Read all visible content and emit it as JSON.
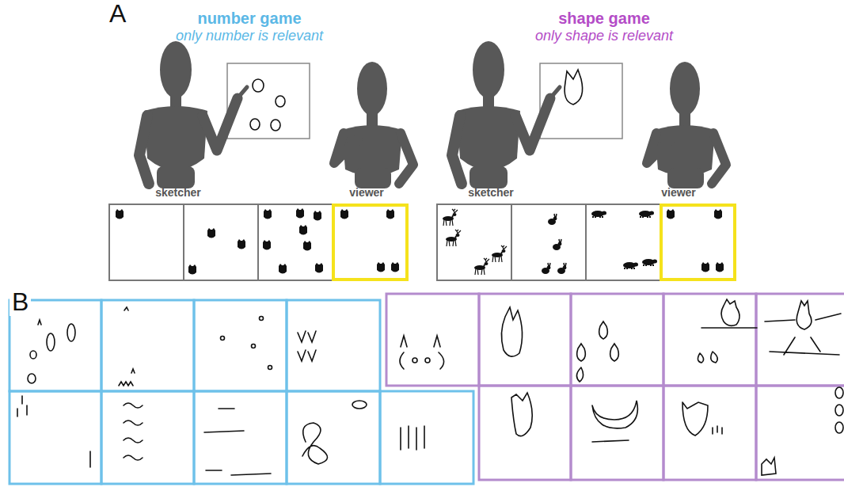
{
  "diagram": {
    "labels": [
      "A",
      "number game",
      "only number is relevant",
      "shape game",
      "only shape is relevant",
      "sketcher",
      "viewer",
      "sketcher",
      "viewer",
      "B"
    ]
  }
}
